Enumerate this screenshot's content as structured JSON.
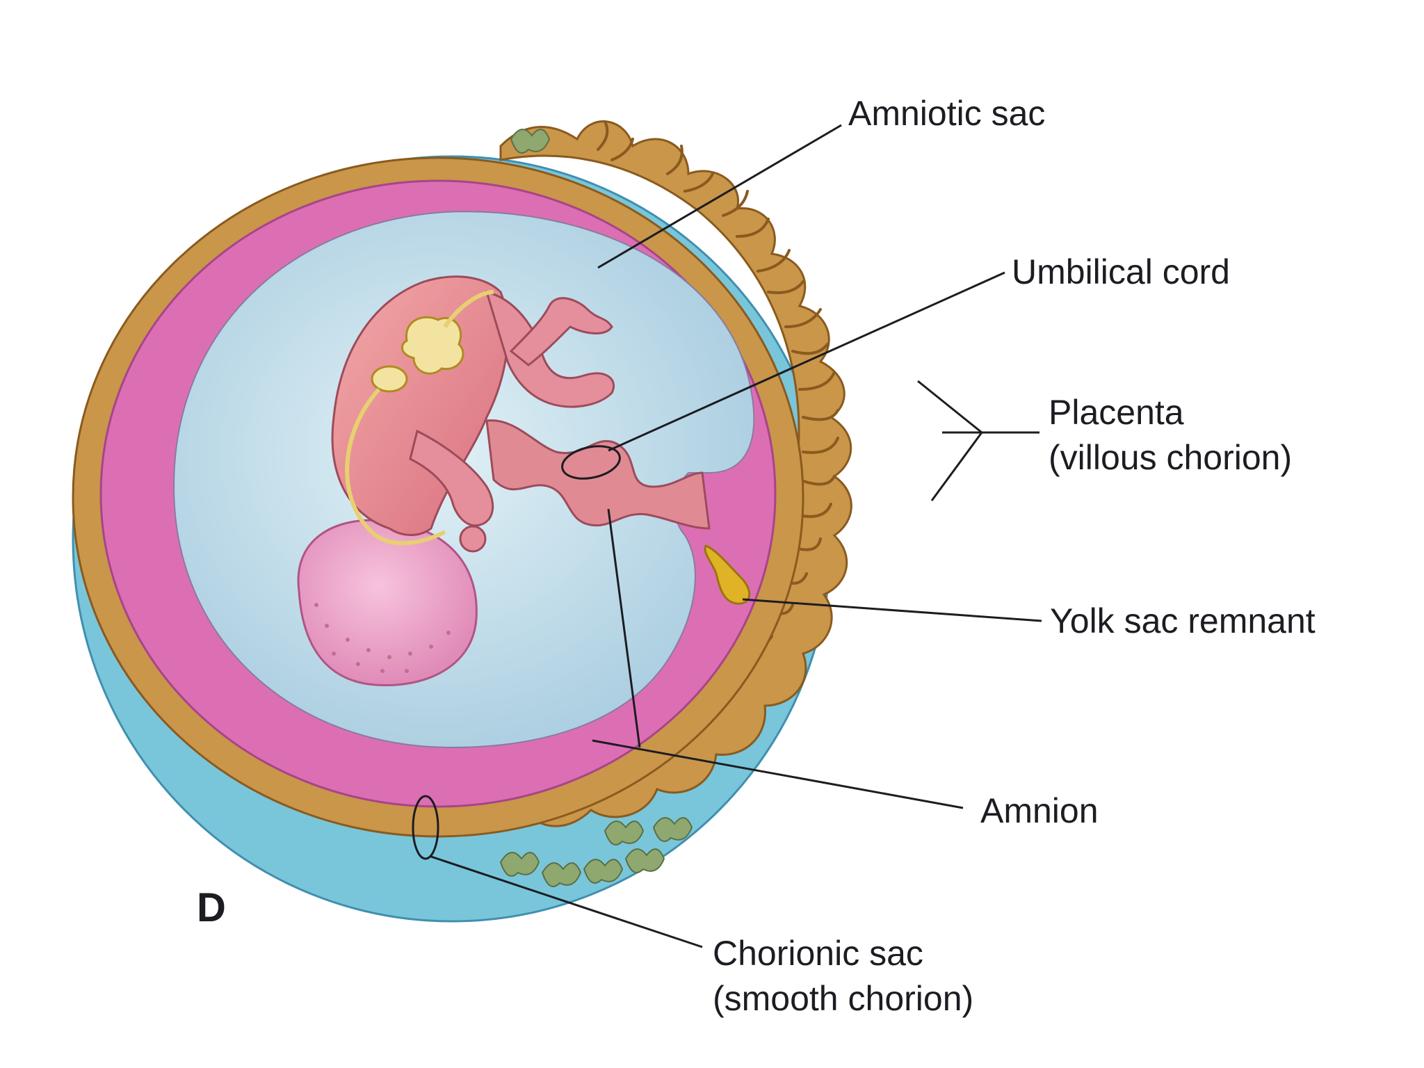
{
  "figure": {
    "panel_letter": "D",
    "labels": {
      "amniotic_sac": "Amniotic sac",
      "umbilical_cord": "Umbilical cord",
      "placenta_line1": "Placenta",
      "placenta_line2": "(villous chorion)",
      "yolk_sac_remnant": "Yolk sac remnant",
      "amnion": "Amnion",
      "chorionic_sac_line1": "Chorionic sac",
      "chorionic_sac_line2": "(smooth chorion)"
    }
  },
  "colors": {
    "background": "#ffffff",
    "villous_chorion": "#c9964a",
    "villous_chorion_dark": "#a8752e",
    "chorionic_cavity": "#79c6da",
    "amnion_pink": "#dc6fb3",
    "amniotic_fluid": "#c7e1ea",
    "embryo_skin": "#e88b9a",
    "embryo_head": "#f0a6c8",
    "yolk_sac": "#e0b226",
    "leader_lines": "#1c1c22"
  }
}
